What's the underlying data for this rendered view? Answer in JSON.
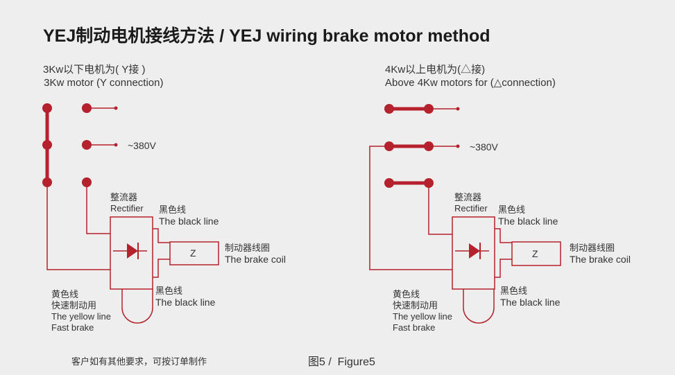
{
  "title": "YEJ制动电机接线方法 / YEJ wiring brake motor method",
  "left": {
    "heading_cn": "3Kw以下电机为( Y接 )",
    "heading_en": " 3Kw motor (Y connection)",
    "voltage": "~380V",
    "rectifier_cn": "整流器",
    "rectifier_en": "Rectifier",
    "black_top_cn": "黑色线",
    "black_top_en": "The black line",
    "coil_letter": "Z",
    "coil_cn": "制动器线圈",
    "coil_en": "The brake coil",
    "black_bottom_cn": "黑色线",
    "black_bottom_en": "The black line",
    "yellow_cn1": "黄色线",
    "yellow_cn2": "快速制动用",
    "yellow_en1": "The yellow line",
    "yellow_en2": "Fast brake"
  },
  "right": {
    "heading_cn": "4Kw以上电机为(△接)",
    "heading_en": "Above 4Kw motors for (△connection)",
    "voltage": "~380V",
    "rectifier_cn": "整流器",
    "rectifier_en": "Rectifier",
    "black_top_cn": "黑色线",
    "black_top_en": "The black line",
    "coil_letter": "Z",
    "coil_cn": "制动器线圈",
    "coil_en": "The brake coil",
    "black_bottom_cn": "黑色线",
    "black_bottom_en": "The black line",
    "yellow_cn1": "黄色线",
    "yellow_cn2": "快速制动用",
    "yellow_en1": "The yellow line",
    "yellow_en2": "Fast brake"
  },
  "footnote": "客户如有其他要求，可按订单制作",
  "figure_label": "图5 /  Figure5",
  "colors": {
    "wire": "#b5212c",
    "background": "#eeeeee",
    "text": "#333333"
  }
}
